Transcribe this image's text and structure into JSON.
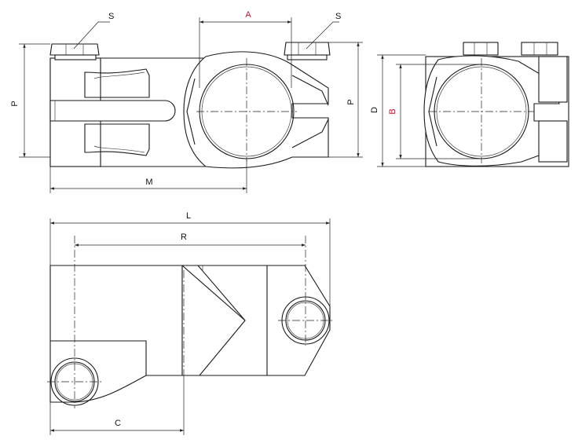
{
  "colors": {
    "line": "#1a1a1a",
    "dimension_label": "#111111",
    "highlight_label": "#c0122a",
    "background": "#ffffff"
  },
  "labels": {
    "s_left": "S",
    "s_right": "S",
    "a": "A",
    "p_left": "P",
    "p_right": "P",
    "m": "M",
    "d": "D",
    "b": "B",
    "l": "L",
    "r": "R",
    "c": "C"
  }
}
